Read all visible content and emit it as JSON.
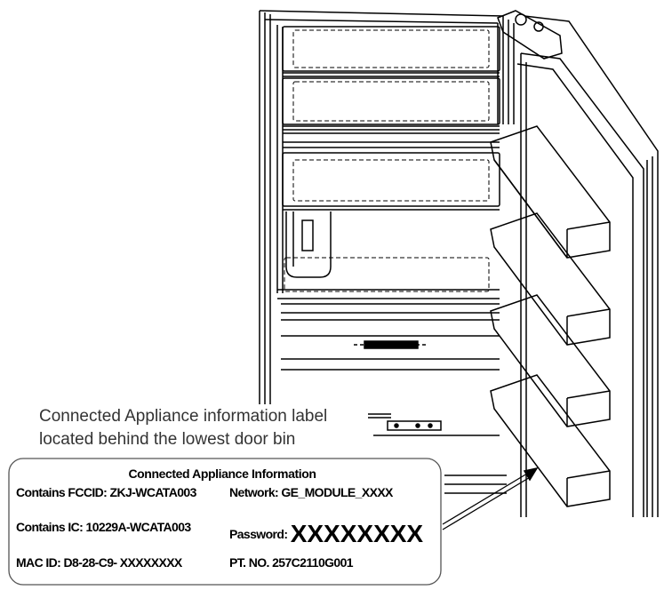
{
  "caption": {
    "line1": "Connected Appliance information label",
    "line2": "located behind the lowest door bin"
  },
  "label": {
    "title": "Connected Appliance Information",
    "fccid": "Contains FCCID: ZKJ-WCATA003",
    "network": "Network: GE_MODULE_XXXX",
    "ic": "Contains IC: 10229A-WCATA003",
    "password_label": "Password: ",
    "password_value": "XXXXXXXX",
    "mac_id": "MAC ID: D8-28-C9- XXXXXXXX",
    "part_no": "PT. NO. 257C2110G001"
  }
}
